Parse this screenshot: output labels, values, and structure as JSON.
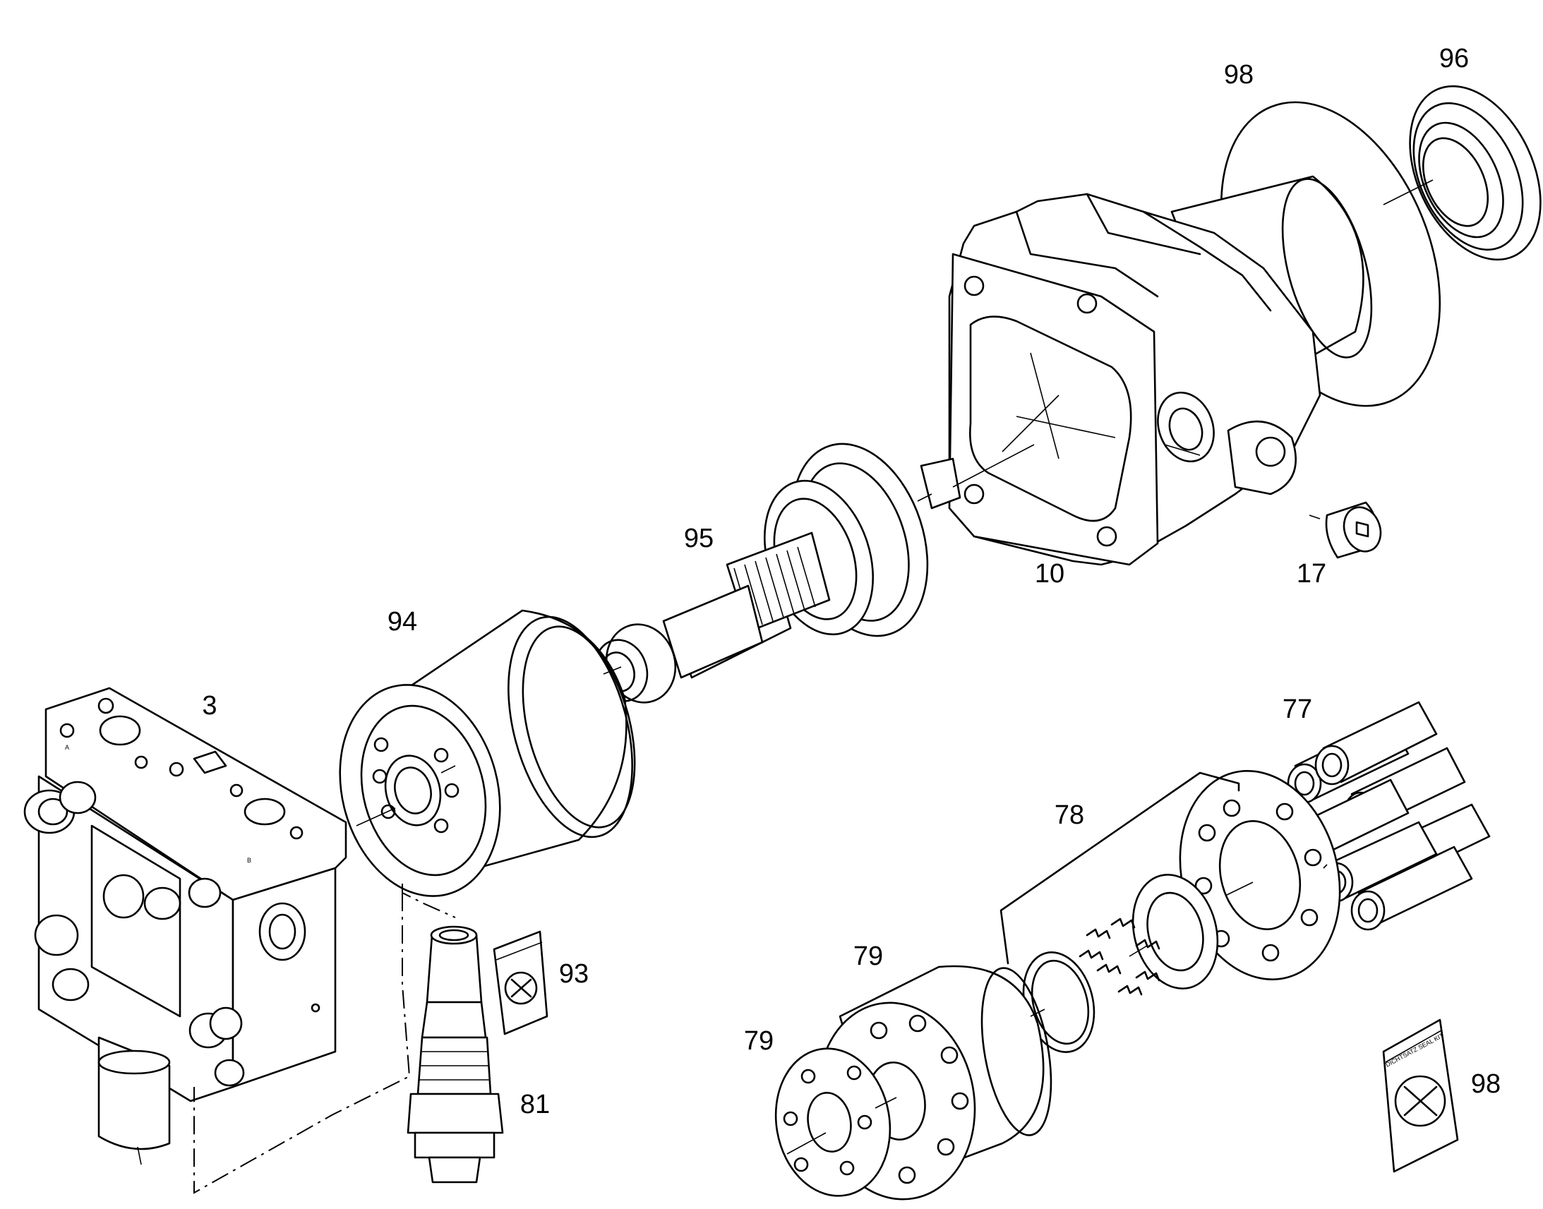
{
  "callouts": {
    "c3": "3",
    "c10": "10",
    "c17": "17",
    "c77": "77",
    "c78": "78",
    "c79a": "79",
    "c79b": "79",
    "c81": "81",
    "c93": "93",
    "c94": "94",
    "c95": "95",
    "c96": "96",
    "c98a": "98",
    "c98b": "98"
  },
  "port_letters": {
    "a": "A",
    "b": "B"
  },
  "seal_kit_packet_text": "DICHTSATZ SEAL KIT"
}
